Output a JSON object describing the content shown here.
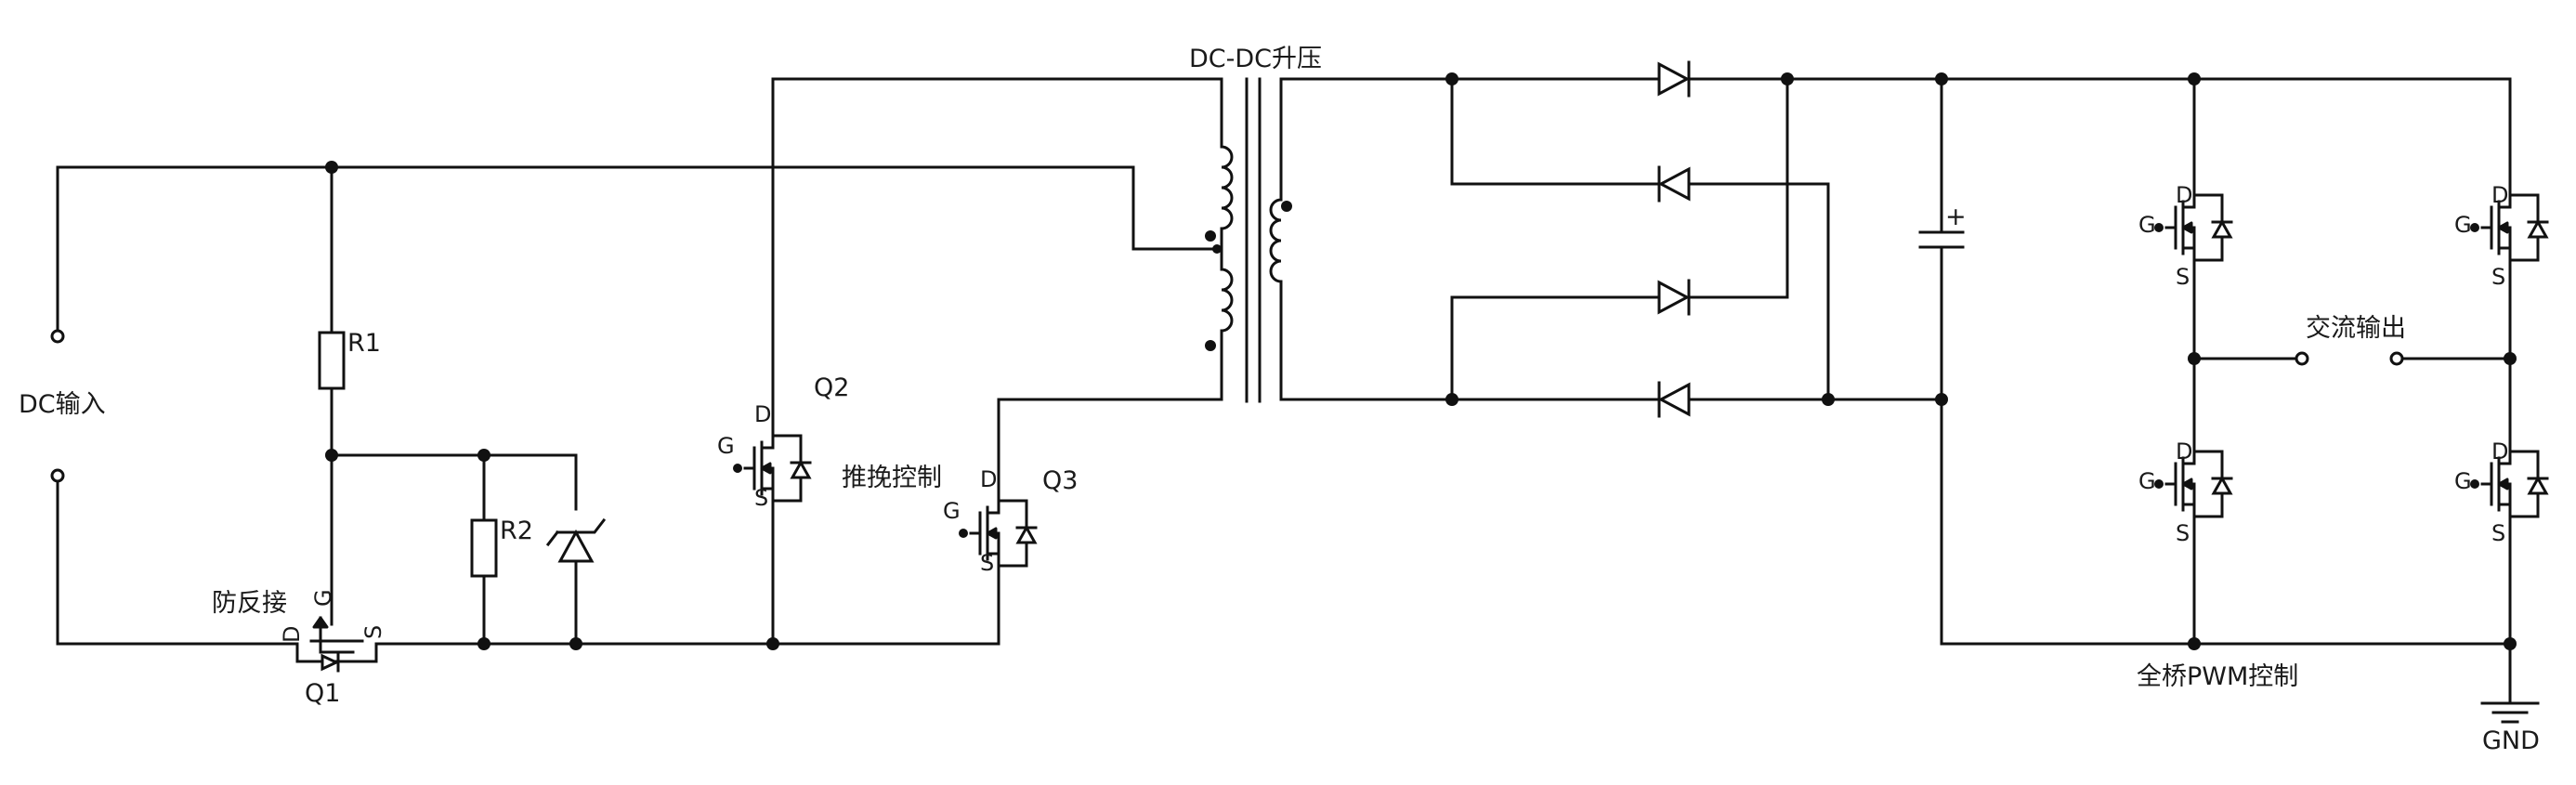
{
  "labels": {
    "dc_input": "DC输入",
    "anti_reverse": "防反接",
    "dcdc_boost": "DC-DC升压",
    "push_pull": "推挽控制",
    "full_bridge": "全桥PWM控制",
    "ac_output": "交流输出",
    "gnd": "GND"
  },
  "components": {
    "r1": "R1",
    "r2": "R2",
    "q1": "Q1",
    "q2": "Q2",
    "q3": "Q3",
    "cap_plus": "+"
  },
  "pins": {
    "drain": "D",
    "gate": "G",
    "source": "S"
  }
}
